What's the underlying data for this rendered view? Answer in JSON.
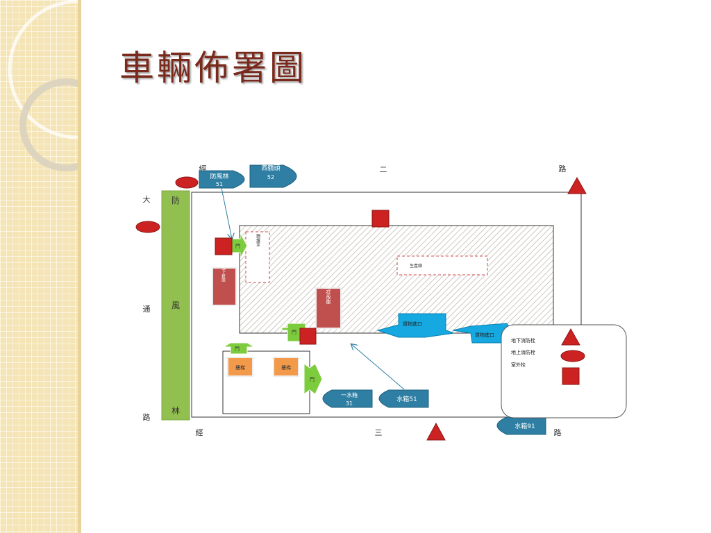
{
  "slide": {
    "title": "車輛佈署圖"
  },
  "roads": {
    "north": [
      "經",
      "二",
      "路"
    ],
    "west": [
      "大",
      "通",
      "路"
    ],
    "south": [
      "經",
      "三",
      "路"
    ]
  },
  "windbreak": [
    "防",
    "風",
    "林"
  ],
  "buildings": {
    "boiler_room": "鍋爐室",
    "production": "生產線",
    "underground_storage": "地下倉庫",
    "temp_storage": "暫時存放庫",
    "stairs_1": "樓梯",
    "stairs_2": "樓梯"
  },
  "gates": {
    "gate_label": "門"
  },
  "loading": {
    "exit_1": "貨物進口",
    "exit_2": "貨物進口"
  },
  "vehicles": [
    {
      "id": "windbreak",
      "line1": "防風林",
      "line2": "51"
    },
    {
      "id": "west",
      "line1": "西鶴頭",
      "line2": "52"
    },
    {
      "id": "v31",
      "line1": "一水箱",
      "line2": "31"
    },
    {
      "id": "v51",
      "line1": "水箱51",
      "line2": ""
    },
    {
      "id": "v91",
      "line1": "水箱91",
      "line2": ""
    }
  ],
  "legend": {
    "underground_hydrant": "地下消防栓",
    "ground_hydrant": "地上消防栓",
    "outdoor_hydrant": "室外栓"
  },
  "colors": {
    "title": "#7a2a1c",
    "windbreak": "#92c050",
    "hydrant_red": "#cc2222",
    "vehicle": "#2e7fa3",
    "loading": "#16a8e0",
    "stairs": "#f29a4a",
    "storage": "#c0504d",
    "gate": "#7dcc3e"
  }
}
